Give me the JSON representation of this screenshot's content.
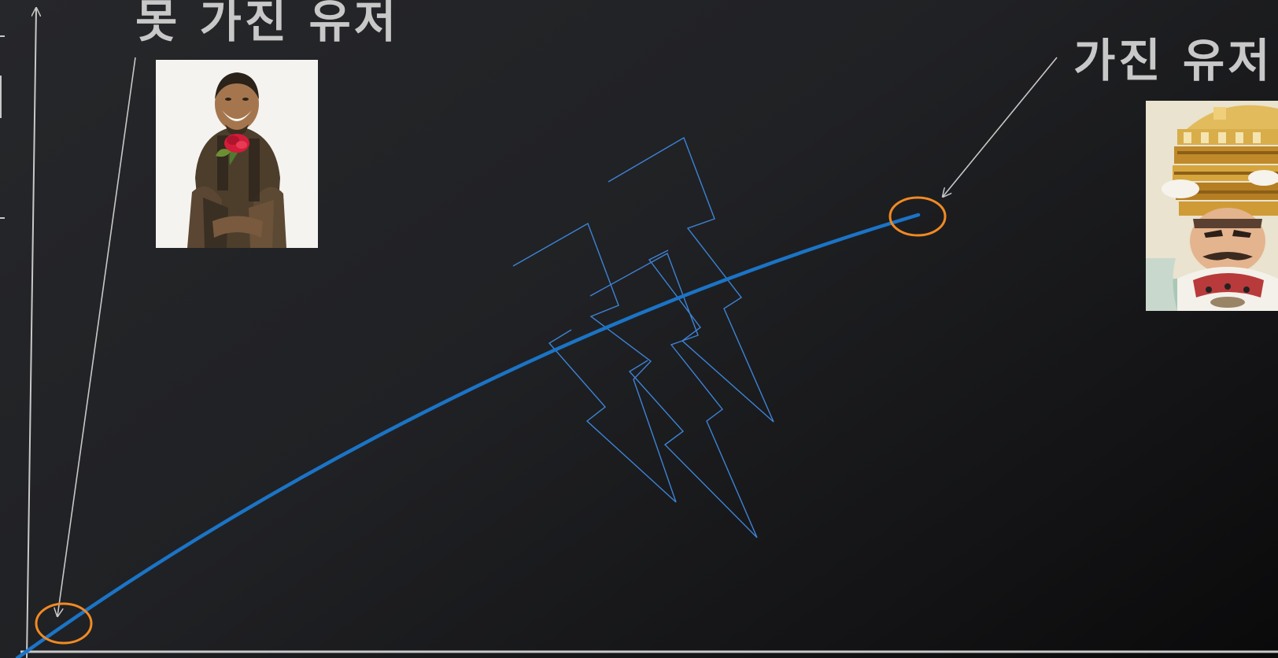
{
  "labels": {
    "have_not": "못 가진 유저",
    "have": "가진 유저"
  },
  "images": {
    "poor_user": "smiling-man-with-flower-photo",
    "rich_user": "crowned-man-caricature-illustration"
  },
  "colors": {
    "background": "#1f2023",
    "text": "#c8c8c8",
    "curve": "#1b74c6",
    "highlight_circle": "#f08a24",
    "lightning": "#3d83d6",
    "axis": "#c8c8c8"
  }
}
